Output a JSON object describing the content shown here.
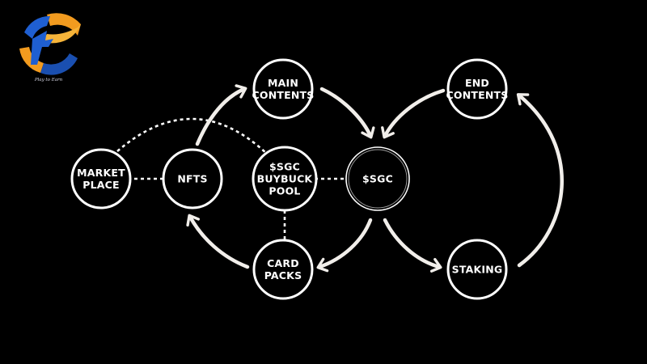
{
  "logo": {
    "tagline": "Play to Earn",
    "colors": {
      "orange": "#f29b1f",
      "blue": "#1f5fd1"
    }
  },
  "colors": {
    "background": "#000000",
    "stroke": "#ffffff",
    "arrow": "#f1eeea"
  },
  "nodes": [
    {
      "id": "main-contents",
      "lines": [
        "MAIN",
        "CONTENTS"
      ]
    },
    {
      "id": "end-contents",
      "lines": [
        "END",
        "CONTENTS"
      ]
    },
    {
      "id": "market-place",
      "lines": [
        "MARKET",
        "PLACE"
      ]
    },
    {
      "id": "nfts",
      "lines": [
        "NFTS"
      ]
    },
    {
      "id": "sgc-buyback-pool",
      "lines": [
        "$SGC",
        "BUYBUCK",
        "POOL"
      ]
    },
    {
      "id": "sgc",
      "lines": [
        "$SGC"
      ]
    },
    {
      "id": "card-packs",
      "lines": [
        "CARD",
        "PACKS"
      ]
    },
    {
      "id": "staking",
      "lines": [
        "STAKING"
      ]
    }
  ]
}
